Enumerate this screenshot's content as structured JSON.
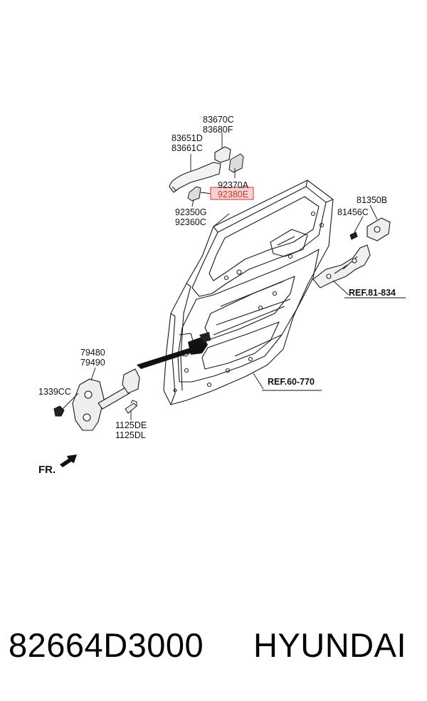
{
  "labels": {
    "p83670C": "83670C",
    "p83680F": "83680F",
    "p83651D": "83651D",
    "p83661C": "83661C",
    "p92370A": "92370A",
    "p92380E": "92380E",
    "p92350G": "92350G",
    "p92360C": "92360C",
    "p81350B": "81350B",
    "p81456C": "81456C",
    "ref81834": "REF.81-834",
    "p79480": "79480",
    "p79490": "79490",
    "p1339CC": "1339CC",
    "p1125DE": "1125DE",
    "p1125DL": "1125DL",
    "ref60770": "REF.60-770",
    "fr": "FR."
  },
  "highlight": {
    "part": "92380E",
    "fill_color": "#f6d2d2",
    "border_color": "#d9534f",
    "text_color": "#c0392b"
  },
  "footer": {
    "part_number": "82664D3000",
    "brand": "HYUNDAI"
  }
}
